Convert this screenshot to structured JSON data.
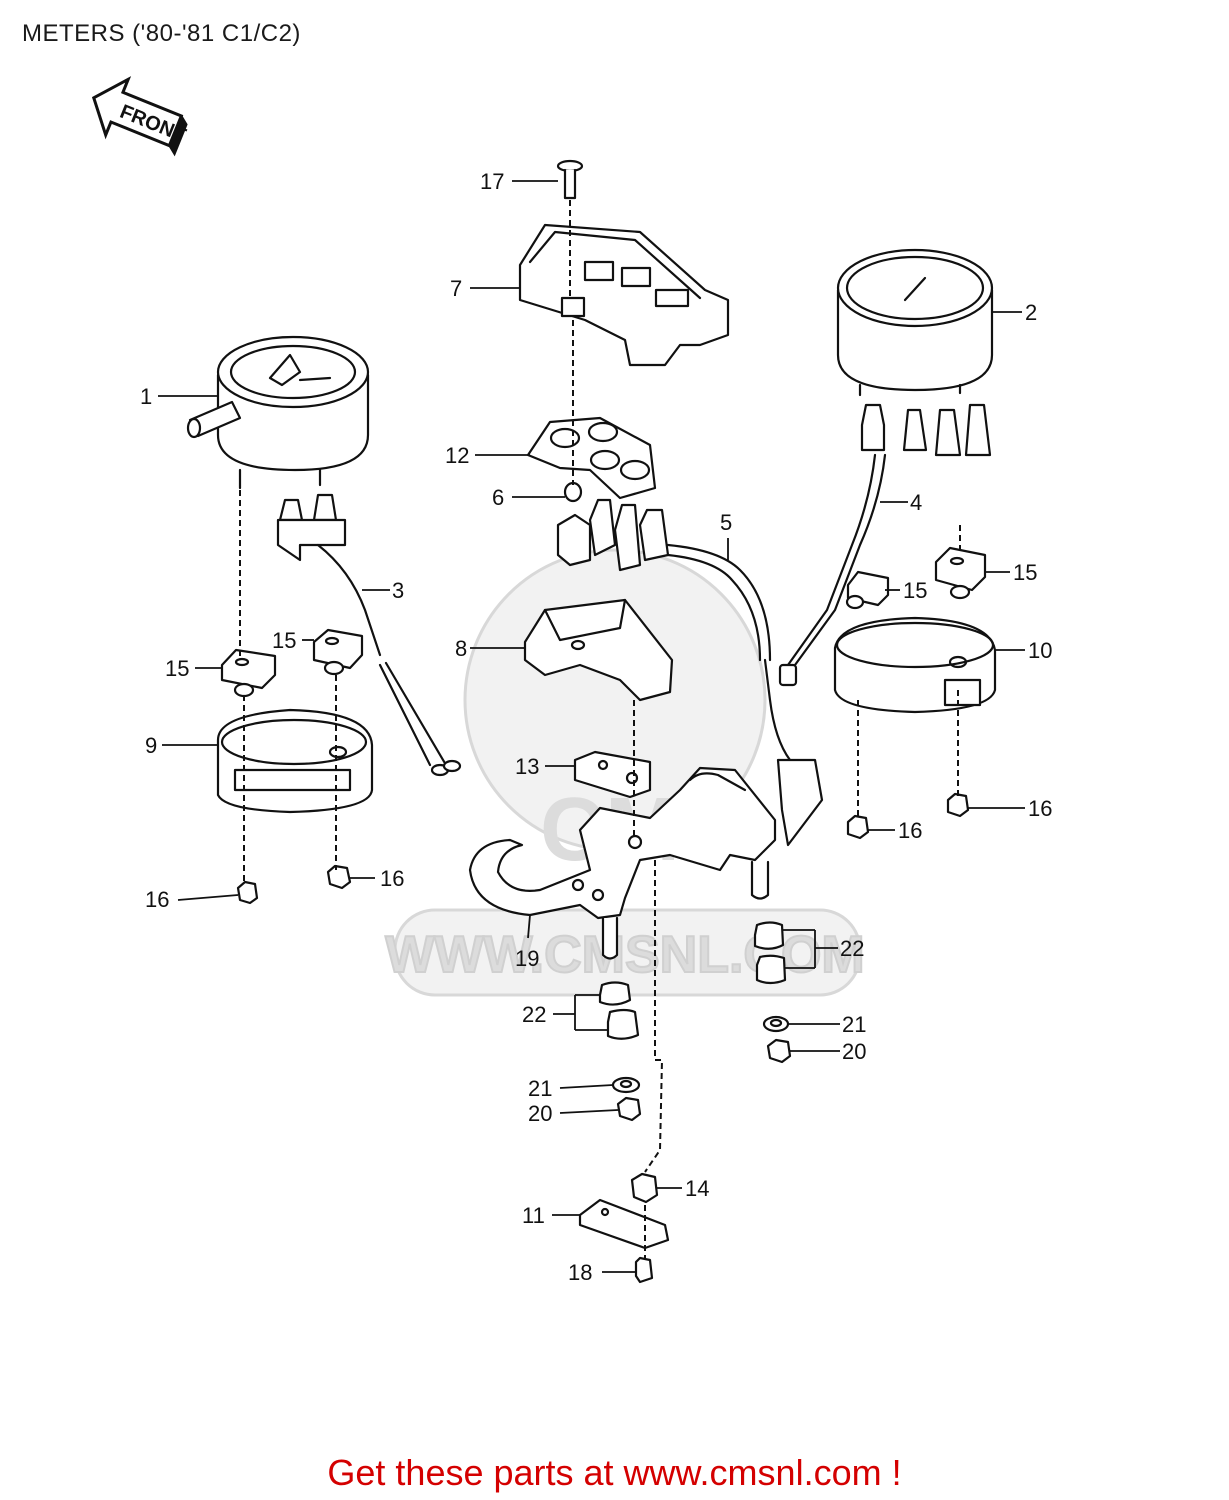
{
  "title": "METERS ('80-'81 C1/C2)",
  "front_arrow_label": "FRONT",
  "watermark": {
    "brand": "CMS",
    "url": "WWW.CMSNL.COM"
  },
  "callouts": [
    "1",
    "2",
    "3",
    "4",
    "5",
    "6",
    "7",
    "8",
    "9",
    "10",
    "11",
    "12",
    "13",
    "14",
    "15",
    "16",
    "17",
    "18",
    "19",
    "20",
    "21",
    "22"
  ],
  "footer": "Get these parts at www.cmsnl.com !"
}
